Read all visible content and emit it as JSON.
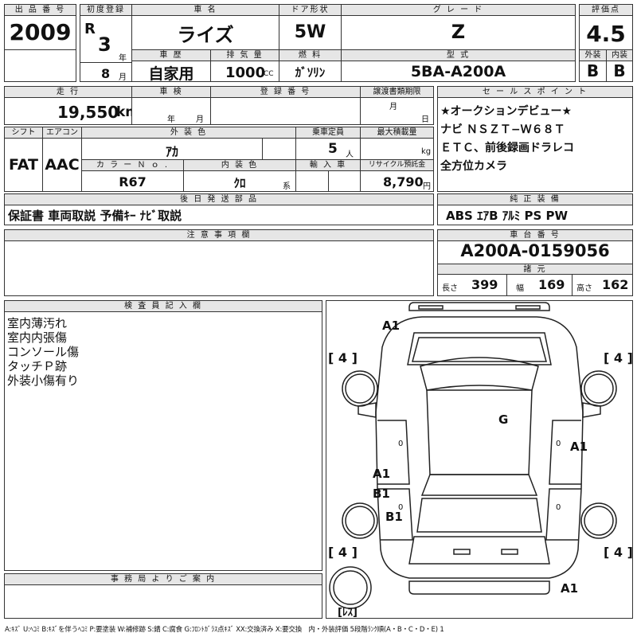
{
  "header": {
    "lot_label": "出 品 番 号",
    "lot_value": "2009",
    "first_reg_label": "初度登録",
    "era": "R",
    "year_num": "3",
    "year_unit": "年",
    "month_num": "8",
    "month_unit": "月",
    "car_name_label": "車 名",
    "car_name": "ライズ",
    "door_label": "ドア形状",
    "door": "5W",
    "grade_label": "グ レ ー ド",
    "grade": "Z",
    "score_label": "評価点",
    "score": "4.5",
    "history_label": "車 歴",
    "history": "自家用",
    "displacement_label": "排 気 量",
    "displacement": "1000",
    "displacement_unit": "CC",
    "fuel_label": "燃 料",
    "fuel": "ｶﾞｿﾘﾝ",
    "model_label": "型 式",
    "model": "5BA-A200A",
    "exterior_label": "外装",
    "exterior": "B",
    "interior_label": "内装",
    "interior": "B"
  },
  "row2": {
    "mileage_label": "走 行",
    "mileage": "19,550",
    "mileage_unit": "km",
    "inspection_label": "車 検",
    "insp_year_unit": "年",
    "insp_month_unit": "月",
    "regno_label": "登 録 番 号",
    "transfer_label": "譲渡書類期限",
    "transfer_month_unit": "月",
    "transfer_day_unit": "日"
  },
  "sales_point": {
    "label": "セ ー ル ス ポ イ ン ト",
    "lines": [
      "★オークションデビュー★",
      "ナビ ＮＳＺＴ−Ｗ６８Ｔ",
      "ＥＴＣ、前後録画ドラレコ",
      "全方位カメラ"
    ]
  },
  "row3": {
    "shift_label": "シフト",
    "shift": "FAT",
    "ac_label": "エアコン",
    "ac": "AAC",
    "ext_color_label": "外 装 色",
    "ext_color": "ｱｶ",
    "capacity_label": "乗車定員",
    "capacity": "5",
    "capacity_unit": "人",
    "maxload_label": "最大積載量",
    "maxload_unit": "kg",
    "color_no_label": "カ ラ ー Ｎ ｏ .",
    "color_no": "R67",
    "int_color_label": "内 装 色",
    "int_color": "ｸﾛ",
    "int_color_unit": "系",
    "import_label": "輸 入 車",
    "recycle_label": "リサイクル預託金",
    "recycle": "8,790",
    "recycle_unit": "円"
  },
  "later_parts": {
    "label": "後 日 発 送 部 品",
    "value": "保証書 車両取説 予備ｷｰ ﾅﾋﾞ取説"
  },
  "genuine": {
    "label": "純 正 装 備",
    "value": "ABS ｴｱB ｱﾙﾐ PS PW"
  },
  "notes": {
    "label": "注 意 事 項 欄"
  },
  "chassis": {
    "label": "車 台 番 号",
    "value": "A200A-0159056",
    "spec_label": "諸 元",
    "length_label": "長さ",
    "length": "399",
    "width_label": "幅",
    "width": "169",
    "height_label": "高さ",
    "height": "162"
  },
  "inspector": {
    "label": "検 査 員 記 入 欄",
    "lines": [
      "室内薄汚れ",
      "室内内張傷",
      "コンソール傷",
      "タッチＰ跡",
      "外装小傷有り"
    ]
  },
  "office": {
    "label": "事 務 局 よ り ご 案 内"
  },
  "diagram": {
    "tire_fl": "[ 4 ]",
    "tire_fr": "[ 4 ]",
    "tire_rl": "[ 4 ]",
    "tire_rr": "[ 4 ]",
    "spare": "[ﾚｽ]",
    "marks": [
      "A1",
      "G",
      "A1",
      "A1",
      "B1",
      "B1",
      "A1"
    ],
    "zeros": [
      "0",
      "0",
      "0",
      "0"
    ]
  },
  "legend": "A:ｷｽﾞ U:ﾍｺﾐ B:ｷｽﾞを伴うﾍｺﾐ P:要塗装 W:補修跡 S:錆 C:腐食 G:ﾌﾛﾝﾄｶﾞﾗｽ点ｷｽﾞ XX:交換済み X:要交換　内・外装評価 5段階ﾗﾝｸ順(A・B・C・D・E) 1"
}
